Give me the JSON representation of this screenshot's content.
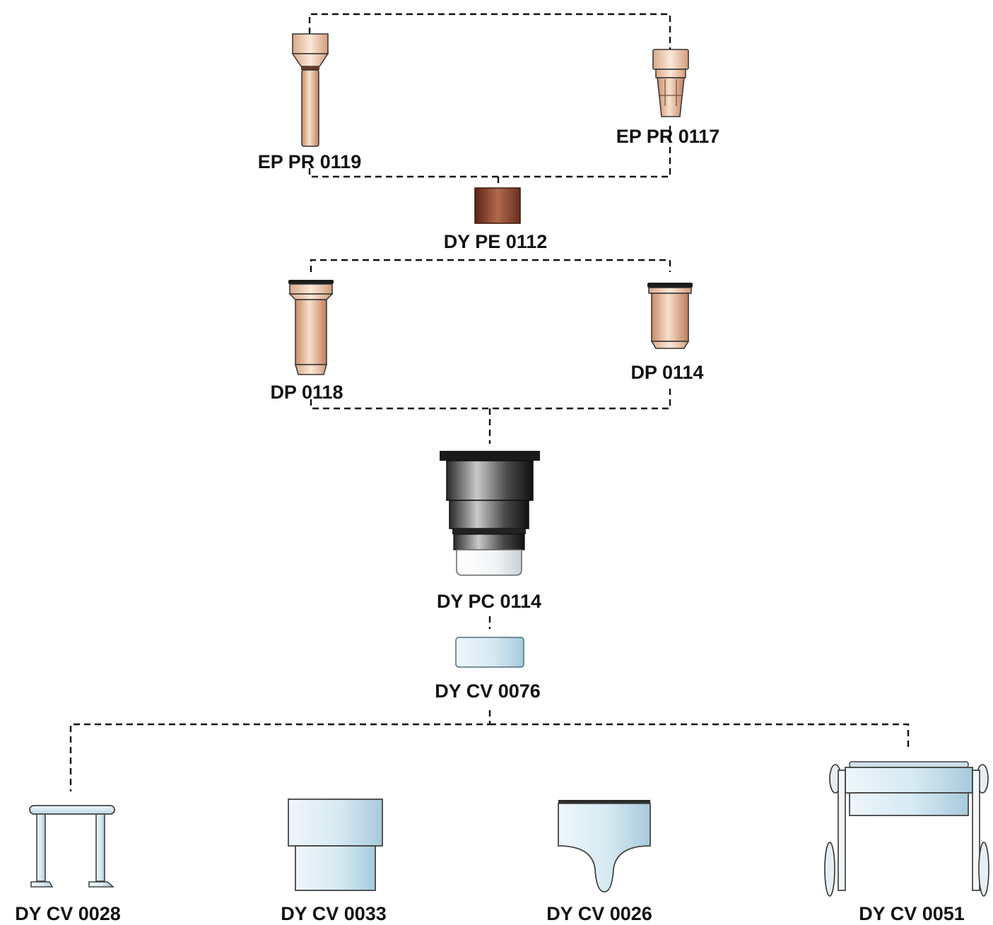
{
  "parts": {
    "ep_pr_0119": "EP PR 0119",
    "ep_pr_0117": "EP PR 0117",
    "dy_pe_0112": "DY PE 0112",
    "dp_0118": "DP 0118",
    "dp_0114": "DP 0114",
    "dy_pc_0114": "DY PC 0114",
    "dy_cv_0076": "DY CV 0076",
    "dy_cv_0028": "DY CV 0028",
    "dy_cv_0033": "DY CV 0033",
    "dy_cv_0026": "DY CV 0026",
    "dy_cv_0051": "DY CV 0051"
  },
  "colors": {
    "copper_light": "#f6dcc6",
    "copper_dark": "#c98a68",
    "brown_dark": "#6b2f1c",
    "brown_light": "#b06a4e",
    "dark_metal": "#1a1a1a",
    "light_blue": "#cfe4ef",
    "connector": "#111111"
  }
}
